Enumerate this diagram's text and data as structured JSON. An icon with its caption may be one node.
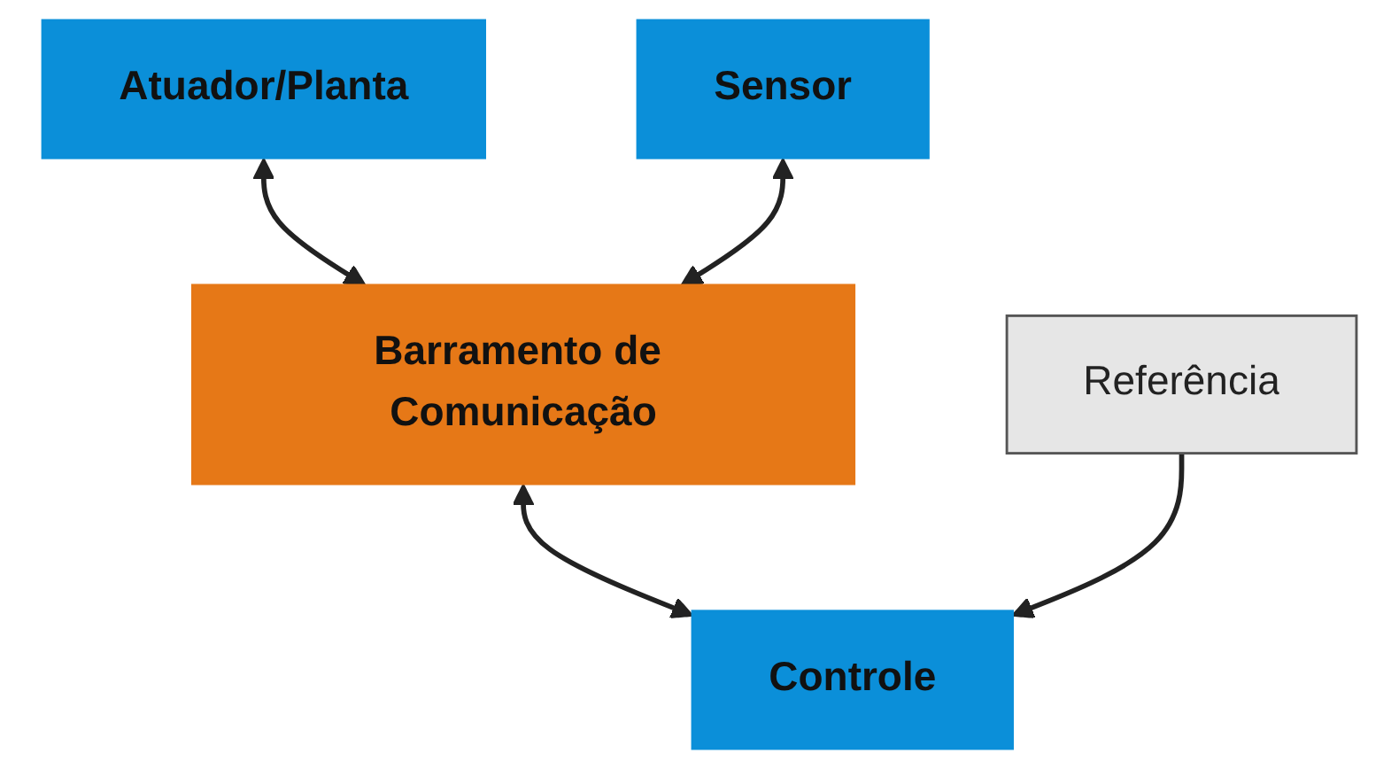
{
  "diagram": {
    "nodes": [
      {
        "text": [
          "Atuador/Planta"
        ]
      },
      {
        "text": [
          "Sensor"
        ]
      },
      {
        "text": [
          "Barramento de Comunicação"
        ]
      },
      {
        "text": [
          "Referência"
        ]
      },
      {
        "text": [
          "Controle"
        ]
      }
    ],
    "edges": [
      {
        "from": 0,
        "to": 2,
        "arrow": "both"
      },
      {
        "from": 1,
        "to": 2,
        "arrow": "both"
      },
      {
        "from": 2,
        "to": 4,
        "arrow": "both"
      },
      {
        "from": 3,
        "to": 4,
        "arrow": "to"
      }
    ]
  }
}
